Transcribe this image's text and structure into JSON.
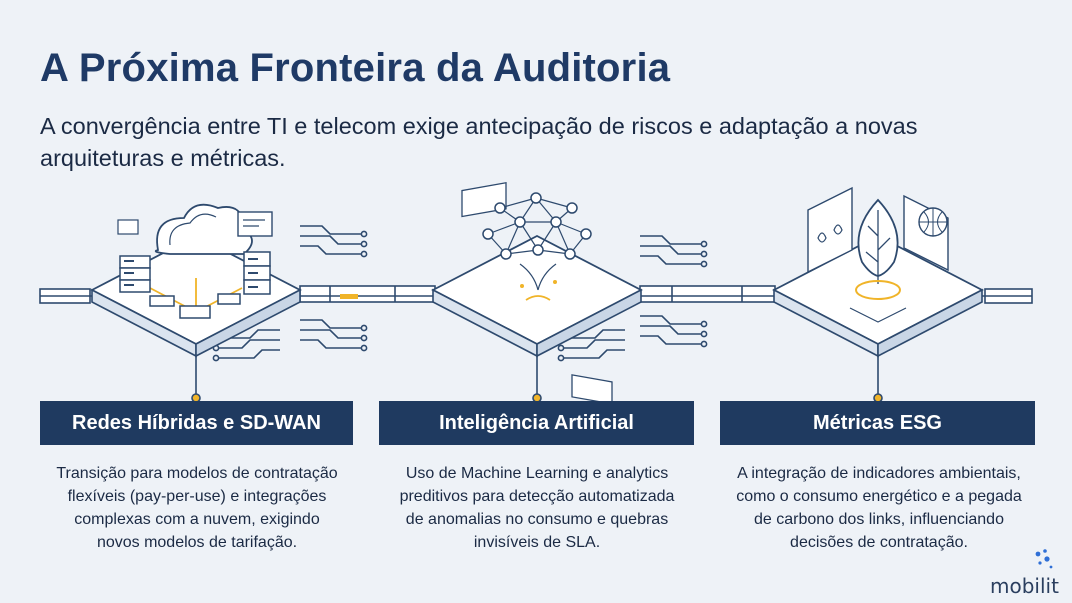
{
  "title": "A Próxima Fronteira da Auditoria",
  "subtitle": "A convergência entre TI e telecom exige antecipação de riscos e adaptação a novas arquiteturas e métricas.",
  "colors": {
    "navy": "#1f3a60",
    "accent": "#f0b429",
    "line": "#2e4a6e",
    "background": "#eef2f7"
  },
  "panels": [
    {
      "title": "Redes Híbridas e SD-WAN",
      "description": "Transição para modelos de contratação flexíveis (pay-per-use) e integrações complexas com a nuvem, exigindo novos modelos de tarifação.",
      "icon": "cloud-servers-icon"
    },
    {
      "title": "Inteligência Artificial",
      "description": "Uso de Machine Learning e analytics preditivos para detecção automatizada de anomalias no consumo e quebras invisíveis de SLA.",
      "icon": "neural-brain-icon"
    },
    {
      "title": "Métricas ESG",
      "description": "A integração de indicadores ambientais, como o consumo energético e a pegada de carbono dos links, influenciando decisões de contratação.",
      "icon": "leaf-icon"
    }
  ],
  "logo": {
    "text": "mobilit"
  }
}
